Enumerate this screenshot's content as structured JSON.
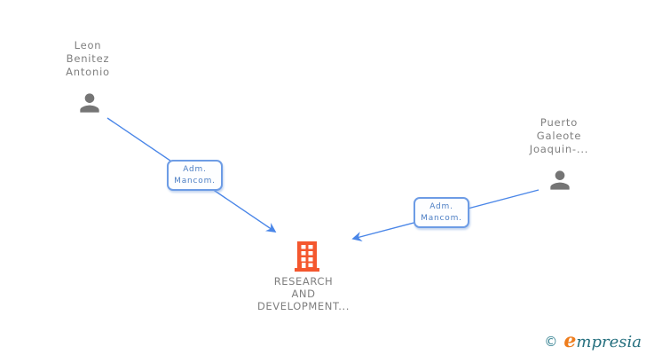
{
  "diagram": {
    "person_left": {
      "name": "Leon\nBenitez\nAntonio"
    },
    "person_right": {
      "name": "Puerto\nGaleote\nJoaquin-..."
    },
    "company": {
      "name": "RESEARCH\nAND\nDEVELOPMENT..."
    },
    "edges": [
      {
        "label": "Adm.\nMancom.",
        "from": "person_left",
        "to": "company"
      },
      {
        "label": "Adm.\nMancom.",
        "from": "person_right",
        "to": "company"
      }
    ],
    "colors": {
      "edge_line": "#4a86e8",
      "edge_label_border": "#6d9ce5",
      "edge_label_text": "#4d7fc4",
      "person_icon": "#757575",
      "company_icon": "#f4572e",
      "node_text": "#7f7f7f"
    }
  },
  "footer": {
    "copyright_symbol": "©",
    "brand_initial": "e",
    "brand_rest": "mpresia",
    "brand_colors": {
      "copyright": "#2a7b8c",
      "initial": "#ee7d1d",
      "rest": "#26707f"
    }
  }
}
